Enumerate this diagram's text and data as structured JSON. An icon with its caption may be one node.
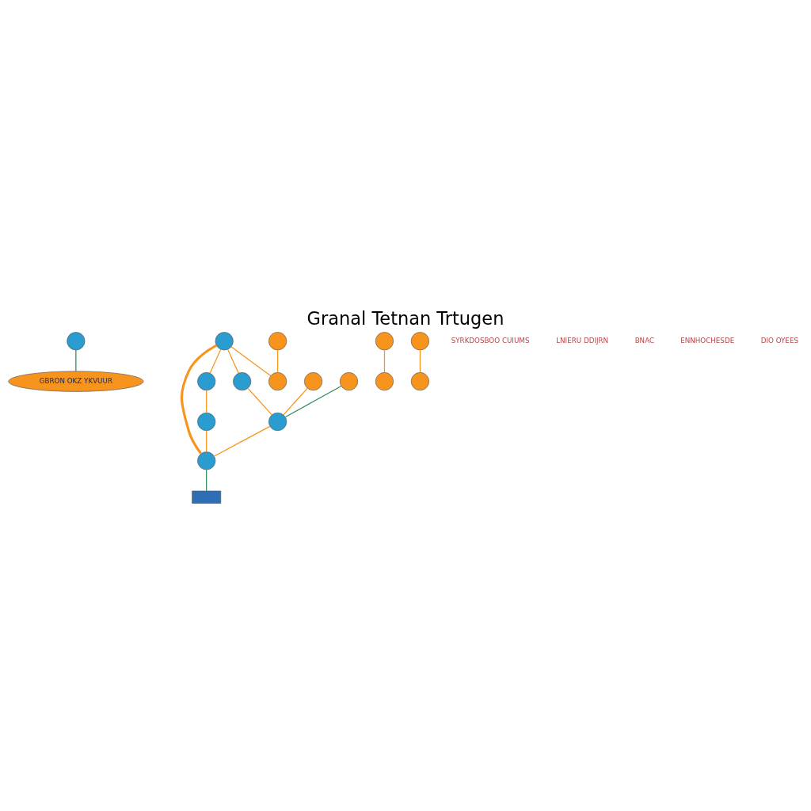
{
  "diagram": {
    "title": "Granal Tetnan Trtugen",
    "nodes": [
      {
        "text": [],
        "shape": "circle"
      },
      {
        "text": [
          "GBRON OKZ YKVUUR"
        ]
      },
      {
        "text": [],
        "shape": "circle"
      },
      {
        "text": [],
        "shape": "circle"
      },
      {
        "text": [],
        "shape": "circle"
      },
      {
        "text": [],
        "shape": "circle"
      },
      {
        "text": [],
        "shape": "circle"
      },
      {
        "text": [],
        "shape": "circle"
      },
      {
        "text": [],
        "shape": "circle"
      },
      {
        "text": [],
        "shape": "box"
      },
      {
        "text": [],
        "shape": "circle"
      },
      {
        "text": [],
        "shape": "circle"
      },
      {
        "text": [],
        "shape": "circle"
      },
      {
        "text": [],
        "shape": "circle"
      },
      {
        "text": [],
        "shape": "circle"
      },
      {
        "text": [],
        "shape": "circle"
      },
      {
        "text": [],
        "shape": "circle"
      }
    ],
    "edges": [
      {
        "from": 0,
        "to": 1,
        "arrow": "none",
        "color": "#2e8b57"
      },
      {
        "from": 2,
        "to": 5,
        "arrow": "none"
      },
      {
        "from": 2,
        "to": 4,
        "arrow": "none"
      },
      {
        "from": 2,
        "to": 6,
        "arrow": "none"
      },
      {
        "from": 2,
        "to": 3,
        "arrow": "none",
        "style": "thick"
      },
      {
        "from": 4,
        "to": 7,
        "arrow": "none"
      },
      {
        "from": 6,
        "to": 8,
        "arrow": "none"
      },
      {
        "from": 7,
        "to": 3,
        "arrow": "none"
      },
      {
        "from": 8,
        "to": 3,
        "arrow": "none"
      },
      {
        "from": 3,
        "to": 9,
        "arrow": "none",
        "color": "#2e8b57"
      },
      {
        "from": 10,
        "to": 5,
        "arrow": "none"
      },
      {
        "from": 13,
        "to": 7,
        "arrow": "none"
      },
      {
        "from": 14,
        "to": 7,
        "arrow": "none",
        "color": "#2e8b57"
      },
      {
        "from": 11,
        "to": 12,
        "arrow": "none"
      },
      {
        "from": 15,
        "to": 16,
        "arrow": "none"
      }
    ],
    "labels": [
      "SYRKDOSBOO CUIUMS",
      "LNIERU DDIJRN",
      "BNAC",
      "ENNHOCHESDE",
      "DIO OYEES"
    ]
  }
}
